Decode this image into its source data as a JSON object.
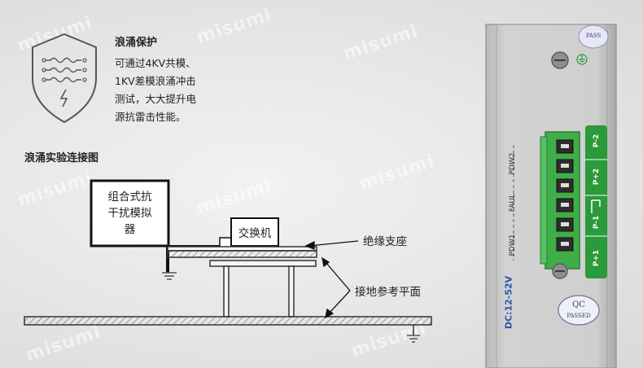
{
  "watermark": "misumi",
  "surge": {
    "title": "浪涌保护",
    "lines": [
      "可通过4KV共模、",
      "1KV差模浪涌冲击",
      "测试，大大提升电",
      "源抗雷击性能。"
    ]
  },
  "diagram": {
    "title": "浪涌实验连接图",
    "generator_lines": [
      "组合式抗",
      "干扰模拟",
      "器"
    ],
    "switch_label": "交换机",
    "insulation_label": "绝缘支座",
    "ground_plane_label": "接地参考平面"
  },
  "device": {
    "voltage": "DC:12-52V",
    "terminal_labels": [
      "P-2",
      "P+2",
      "P-1",
      "P+1"
    ],
    "side_labels": [
      "PDW2",
      "FAUL",
      "PDW1"
    ],
    "qc_top": "QC",
    "qc_bottom": "PASSED",
    "top_sticker": "PASS"
  },
  "colors": {
    "terminal_green": "#3fae49",
    "label_green": "#2a9a3a",
    "voltage_blue": "#2a55a8"
  }
}
